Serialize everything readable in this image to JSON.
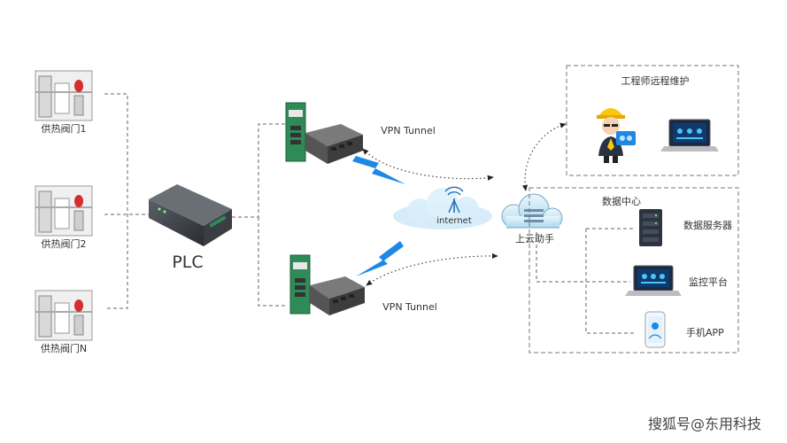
{
  "valves": {
    "v1": "供热阀门1",
    "v2": "供热阀门2",
    "vn": "供热阀门N"
  },
  "plc_label": "PLC",
  "tunnel_top": "VPN Tunnel",
  "tunnel_bottom": "VPN Tunnel",
  "internet_label": "internet",
  "cloud_label": "上云助手",
  "engineer_box": {
    "title": "工程师远程维护"
  },
  "datacenter": {
    "title": "数据中心",
    "server": "数据服务器",
    "monitor": "监控平台",
    "app": "手机APP"
  },
  "watermark": "搜狐号@东用科技",
  "colors": {
    "accent_blue": "#1e88e5",
    "router_green": "#2e8b57",
    "valve_red": "#d32f2f",
    "helmet_yellow": "#f9c80e"
  }
}
